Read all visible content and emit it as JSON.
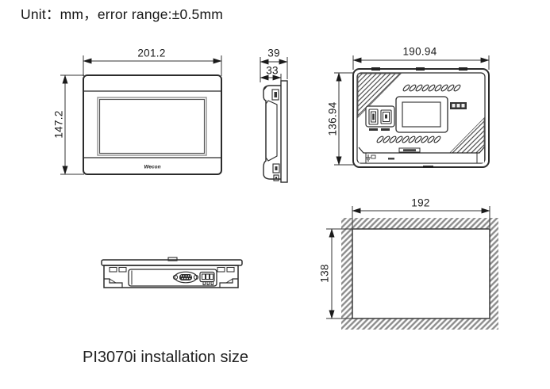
{
  "title": "Unit：mm，error range:±0.5mm",
  "caption": "PI3070i installation size",
  "brand": {
    "logo": "Wecon"
  },
  "dimensions": {
    "front_width": "201.2",
    "front_height": "147.2",
    "side_depth_overall": "39",
    "side_depth_body": "33",
    "back_width": "190.94",
    "back_height": "136.94",
    "cutout_width": "192",
    "cutout_height": "138"
  },
  "colors": {
    "line": "#2b2b2b",
    "wall_hatch": "#8c8c8c",
    "corner_hatch": "#3d3d3d",
    "background": "#ffffff"
  }
}
